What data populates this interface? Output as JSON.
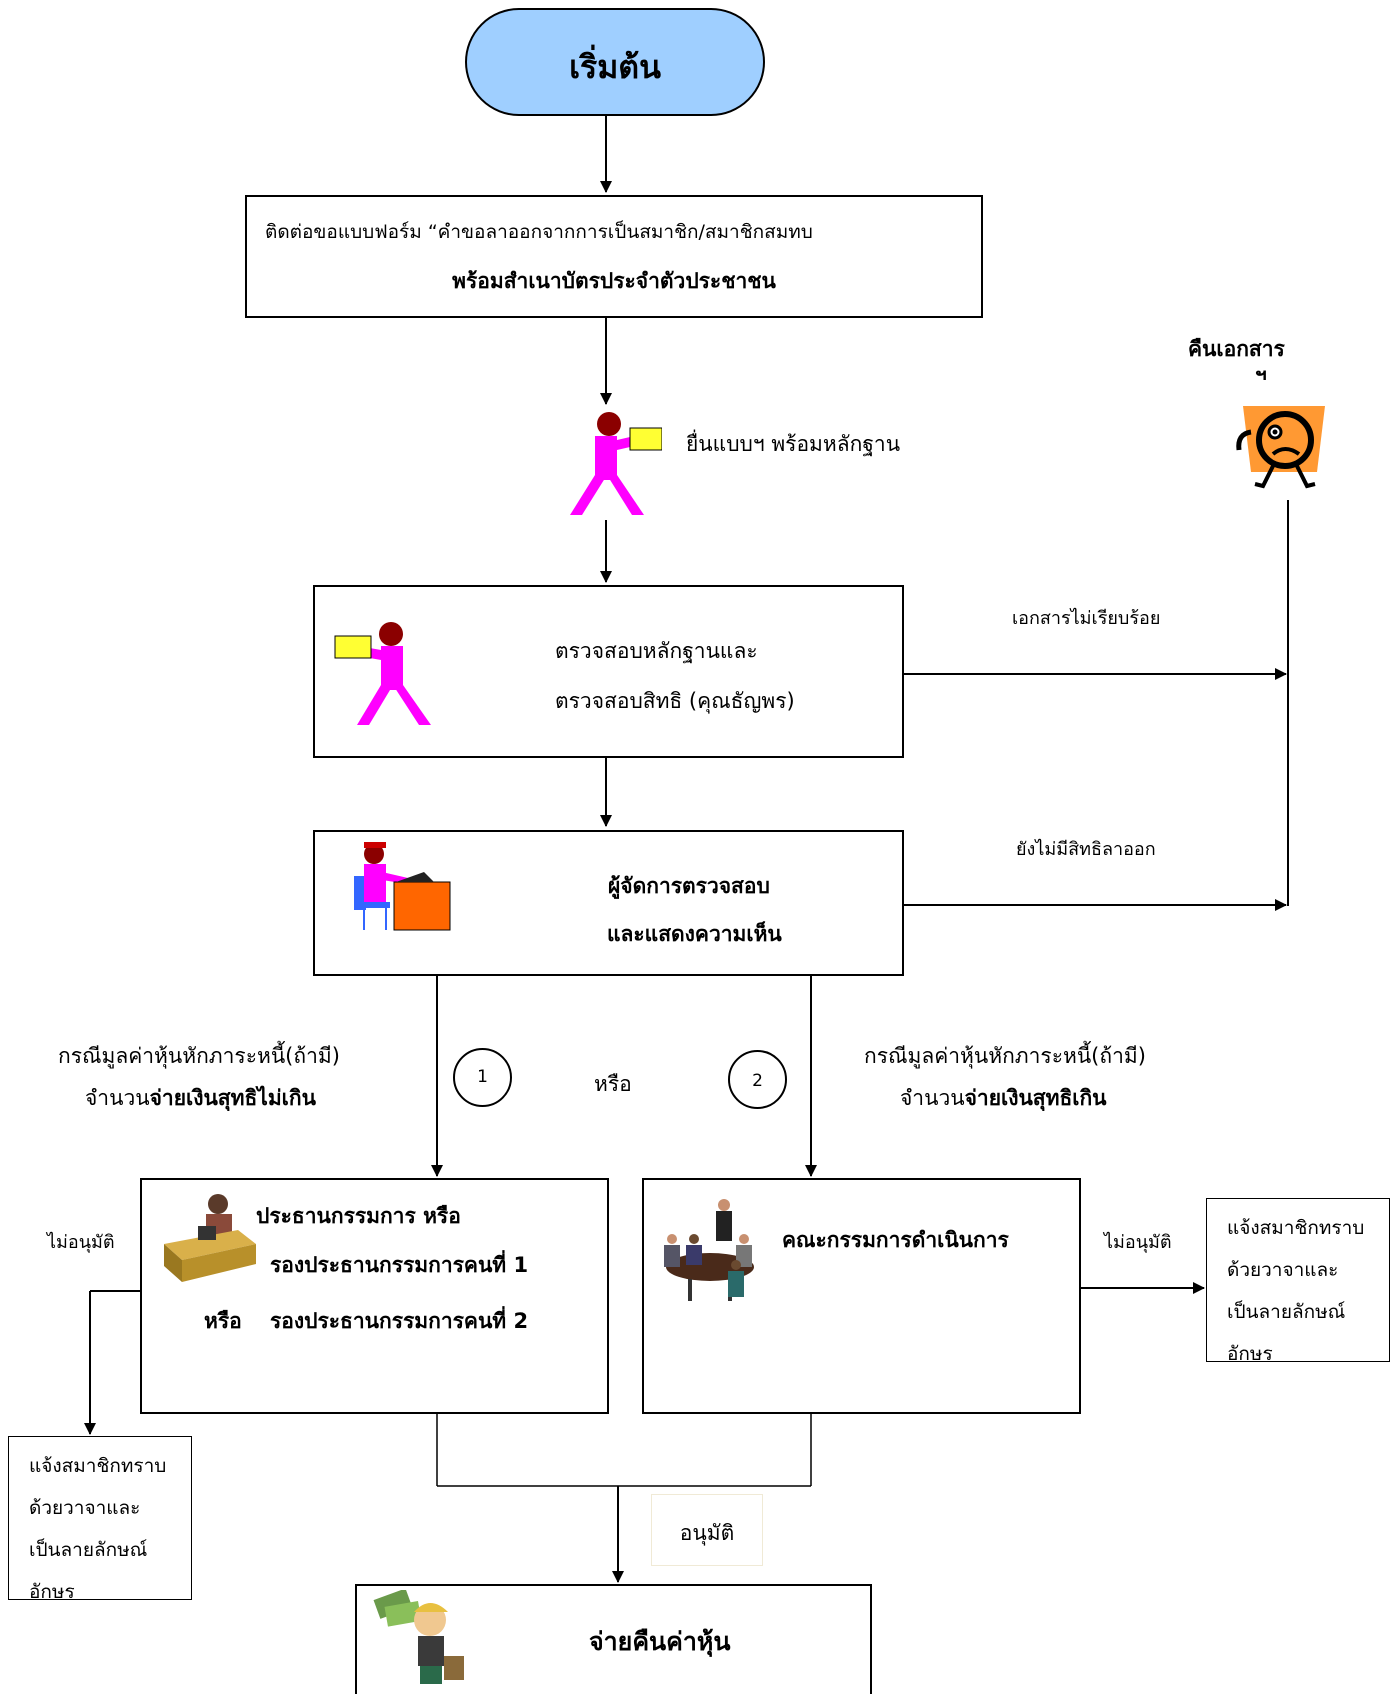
{
  "start": {
    "label": "เริ่มต้น"
  },
  "step1": {
    "line1": "ติดต่อขอแบบฟอร์ม “คำขอลาออกจากการเป็นสมาชิก/สมาชิกสมทบ",
    "line2": "พร้อมสำเนาบัตรประจำตัวประชาชน"
  },
  "submit": {
    "label": "ยื่นแบบฯ  พร้อมหลักฐาน"
  },
  "return_docs": {
    "line1": "คืนเอกสาร",
    "line2": "ฯ"
  },
  "step2": {
    "line1": "ตรวจสอบหลักฐานและ",
    "line2": "ตรวจสอบสิทธิ  (คุณธัญพร)"
  },
  "edge_docs_incomplete": "เอกสารไม่เรียบร้อย",
  "edge_no_right": "ยังไม่มีสิทธิลาออก",
  "step3": {
    "line1": "ผู้จัดการตรวจสอบ",
    "line2": "และแสดงความเห็น"
  },
  "case_left": {
    "line1": "กรณีมูลค่าหุ้นหักภาระหนี้(ถ้ามี)",
    "line2_prefix": "จำนวน",
    "line2_bold": "จ่ายเงินสุทธิไม่เกิน"
  },
  "case_right": {
    "line1": "กรณีมูลค่าหุ้นหักภาระหนี้(ถ้ามี)",
    "line2_prefix": "จำนวน",
    "line2_bold": "จ่ายเงินสุทธิเกิน"
  },
  "circle1": "1",
  "circle2": "2",
  "or_label": "หรือ",
  "chair_box": {
    "line1": "ประธานกรรมการ หรือ",
    "line2": "รองประธานกรรมการคนที่ 1",
    "line3_prefix": "หรือ",
    "line3": "รองประธานกรรมการคนที่ 2"
  },
  "committee_box": {
    "line1": "คณะกรรมการดำเนินการ"
  },
  "not_approved_left": "ไม่อนุมัติ",
  "not_approved_right": "ไม่อนุมัติ",
  "notify_left": {
    "line1": "แจ้งสมาชิกทราบ",
    "line2": "ด้วยวาจาและ",
    "line3": "เป็นลายลักษณ์",
    "line4": "อักษร"
  },
  "notify_right": {
    "line1": "แจ้งสมาชิกทราบ",
    "line2": "ด้วยวาจาและ",
    "line3": "เป็นลายลักษณ์",
    "line4": "อักษร"
  },
  "approved": "อนุมัติ",
  "final": {
    "label": "จ่ายคืนค่าหุ้น"
  },
  "colors": {
    "start_fill": "#9fcfff",
    "figure_magenta": "#ff00ff",
    "figure_head": "#8b0000",
    "folder_yellow": "#ffff33",
    "face_orange": "#ff9933",
    "desk_orange": "#ff6600"
  }
}
